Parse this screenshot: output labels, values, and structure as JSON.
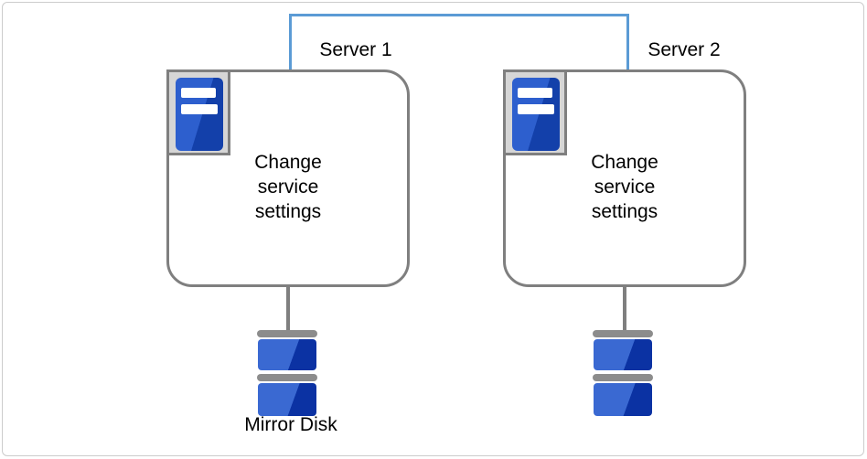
{
  "diagram": {
    "servers": [
      {
        "label": "Server 1",
        "box_text": "Change service settings"
      },
      {
        "label": "Server 2",
        "box_text": "Change service settings"
      }
    ],
    "mirror_disk_label": "Mirror Disk",
    "icons": {
      "server_icon": "server-tower-icon",
      "disk_icon": "mirror-disk-stack-icon"
    },
    "colors": {
      "connector_blue": "#5b9bd5",
      "outline_gray": "#7f7f7f",
      "canvas_border": "#cccccc",
      "frame_fill": "#d6d6d6",
      "tower_light": "#2d5fce",
      "tower_dark": "#1340aa",
      "disk_light": "#3a69d2",
      "disk_dark": "#0b32a3",
      "bar_gray": "#8c8c8c",
      "text_color": "#000000"
    }
  }
}
